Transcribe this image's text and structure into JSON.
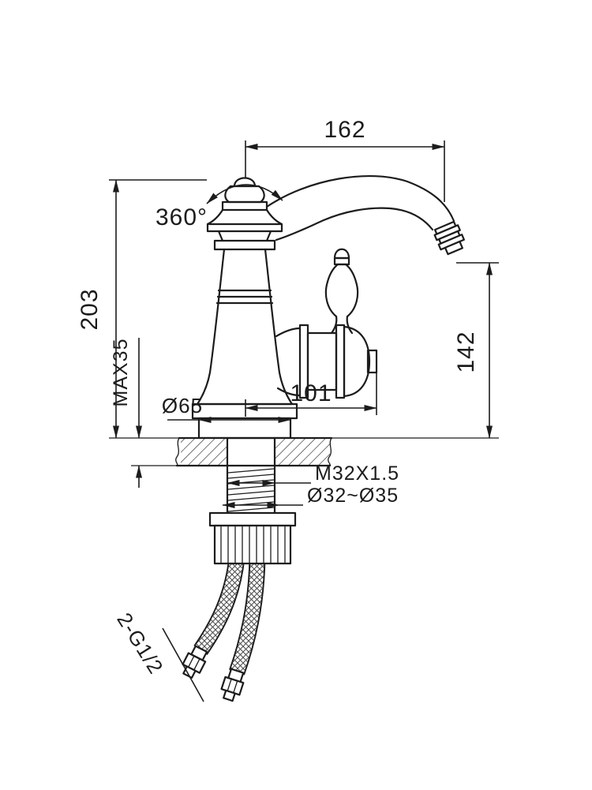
{
  "drawing": {
    "labels": {
      "spout_reach": "162",
      "swivel": "360°",
      "height_total": "203",
      "max_thickness": "MAX35",
      "spout_height": "142",
      "handle_reach": "101",
      "base_diameter": "Ø65",
      "thread_spec": "M32X1.5",
      "hole_range": "Ø32~Ø35",
      "inlet_thread": "2-G1/2"
    },
    "colors": {
      "line": "#1c1c1c",
      "background": "#ffffff"
    }
  }
}
